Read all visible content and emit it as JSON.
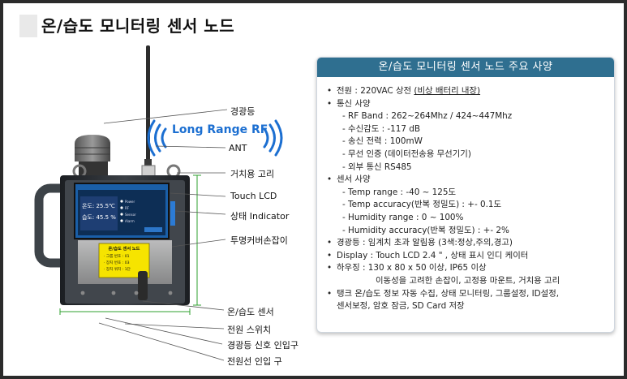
{
  "page": {
    "title": "온/습도 모니터링 센서 노드"
  },
  "diagram": {
    "rf_label": "Long Range RF",
    "callouts": [
      "경광등",
      "ANT",
      "거치용 고리",
      "Touch LCD",
      "상태 Indicator",
      "투명커버손잡이",
      "온/습도 센서",
      "전원 스위치",
      "경광등 신호 인입구",
      "전원선 인입 구"
    ],
    "lcd": {
      "value_temp": "온도: 25.5℃",
      "value_hum": "습도: 45.5 %",
      "status_items": [
        "Power",
        "RF",
        "Sensor",
        "Alarm"
      ]
    },
    "cover_label": {
      "title": "온/습도 센서 노드",
      "lines": [
        "· 그룹 번호 : 01",
        "· 장치 번호 : 03",
        "· 장치 위치 : 1단"
      ]
    }
  },
  "spec": {
    "header": "온/습도 모니터링 센서 노드 주요 사양",
    "rows": [
      {
        "bullet": "•",
        "text": "전원 : 220VAC 상전 ",
        "u": "(비상 배터리 내장)",
        "indent": 0
      },
      {
        "bullet": "•",
        "text": "통신 사양",
        "u": "",
        "indent": 0
      },
      {
        "bullet": "",
        "text": "- RF Band : 262~264Mhz / 424~447Mhz",
        "u": "",
        "indent": 1
      },
      {
        "bullet": "",
        "text": "- 수신감도 : -117 dB",
        "u": "",
        "indent": 1
      },
      {
        "bullet": "",
        "text": "- 송신 전력 : 100mW",
        "u": "",
        "indent": 1
      },
      {
        "bullet": "",
        "text": "- 무선 인증 (데이터전송용 무선기기)",
        "u": "",
        "indent": 1
      },
      {
        "bullet": "",
        "text": "- 외부 통신 RS485",
        "u": "",
        "indent": 1
      },
      {
        "bullet": "•",
        "text": "센서 사양",
        "u": "",
        "indent": 0
      },
      {
        "bullet": "",
        "text": "- Temp range : -40 ~ 125도",
        "u": "",
        "indent": 1
      },
      {
        "bullet": "",
        "text": "- Temp accuracy(반복 정밀도) : +- 0.1도",
        "u": "",
        "indent": 1
      },
      {
        "bullet": "",
        "text": "- Humidity range : 0 ~ 100%",
        "u": "",
        "indent": 1
      },
      {
        "bullet": "",
        "text": "- Humidity accuracy(반복 정밀도) : +- 2%",
        "u": "",
        "indent": 1
      },
      {
        "bullet": "•",
        "text": "경광등 : 임계치 초과 알림용 (3색:정상,주의,경고)",
        "u": "",
        "indent": 0
      },
      {
        "bullet": "•",
        "text": "Display : Touch LCD 2.4 \" , 상태 표시 인디 케이터",
        "u": "",
        "indent": 0
      },
      {
        "bullet": "•",
        "text": "하우징 : 130 x 80 x 50 이상, IP65 이상",
        "u": "",
        "indent": 0
      },
      {
        "bullet": "",
        "text": "이동성을 고려한 손잡이, 고정용 마운트, 거치용 고리",
        "u": "",
        "indent": 2
      },
      {
        "bullet": "•",
        "text": "탱크 온/습도 정보 자동 수집, 상태 모니터링, 그룹설정, ID설정,",
        "u": "",
        "indent": 0
      },
      {
        "bullet": "",
        "text": "센서보정, 암호 잠금, SD Card 저장",
        "u": "",
        "indent": 3
      }
    ]
  }
}
